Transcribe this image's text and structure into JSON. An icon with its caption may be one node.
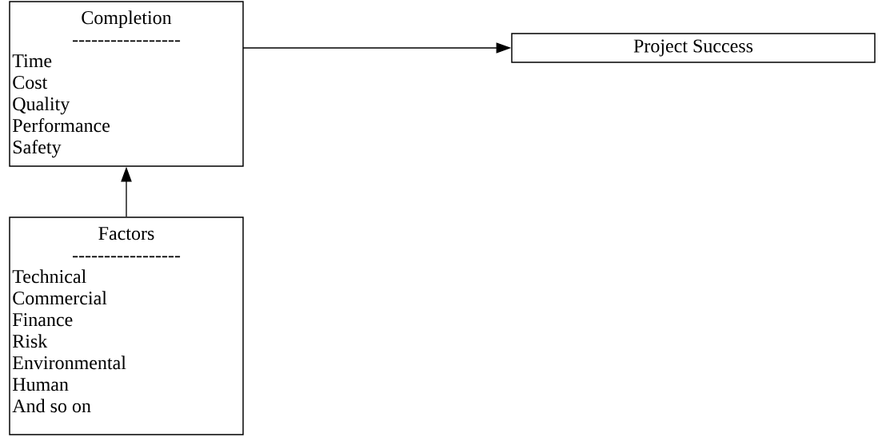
{
  "diagram": {
    "nodes": [
      {
        "text": [
          "Completion",
          "-----------------",
          "Time",
          "Cost",
          "Quality",
          "Performance",
          "Safety"
        ]
      },
      {
        "text": [
          "Project Success"
        ]
      },
      {
        "text": [
          "Factors",
          "-----------------",
          "Technical",
          "Commercial",
          "Finance",
          "Risk",
          "Environmental",
          "Human",
          "And so on"
        ]
      }
    ],
    "edges": [
      {
        "from": 0,
        "to": 1,
        "arrow": "to"
      },
      {
        "from": 2,
        "to": 0,
        "arrow": "to"
      }
    ]
  }
}
